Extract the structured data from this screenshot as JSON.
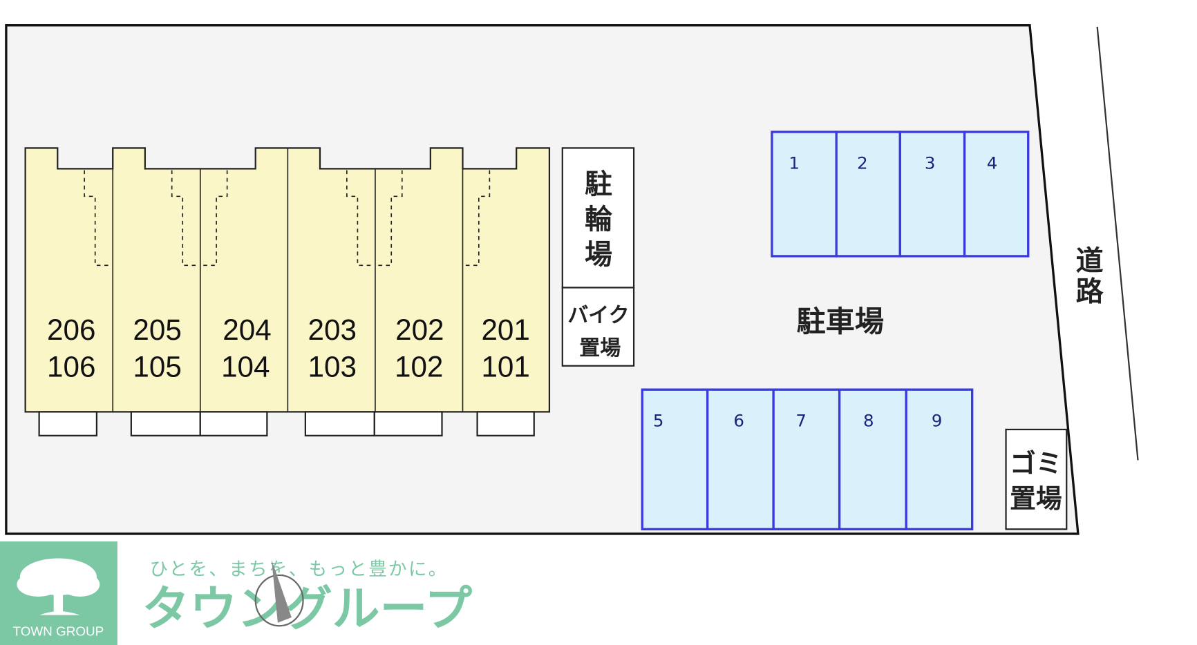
{
  "colors": {
    "unit_fill": "#fbf6c8",
    "parking_fill": "#d9f1fb",
    "parking_stroke": "#3a3adf",
    "lot_fill": "#f4f4f5",
    "brand": "#7cc8a5"
  },
  "units": [
    {
      "upper": "206",
      "lower": "106"
    },
    {
      "upper": "205",
      "lower": "105"
    },
    {
      "upper": "204",
      "lower": "104"
    },
    {
      "upper": "203",
      "lower": "103"
    },
    {
      "upper": "202",
      "lower": "102"
    },
    {
      "upper": "201",
      "lower": "101"
    }
  ],
  "bicycle_parking": [
    "駐",
    "輪",
    "場"
  ],
  "bike_parking": [
    "バイク",
    "置場"
  ],
  "parking_label": "駐車場",
  "parking_top": [
    "1",
    "2",
    "3",
    "4"
  ],
  "parking_bottom": [
    "5",
    "6",
    "7",
    "8",
    "9"
  ],
  "road": [
    "道",
    "路"
  ],
  "garbage": [
    "ゴミ",
    "置場"
  ],
  "logo": {
    "tagline": "ひとを、まちを、もっと豊かに。",
    "name": "タウングループ",
    "badge": "TOWN GROUP",
    "icon": "tree-icon"
  },
  "compass_icon": "north-arrow-icon"
}
